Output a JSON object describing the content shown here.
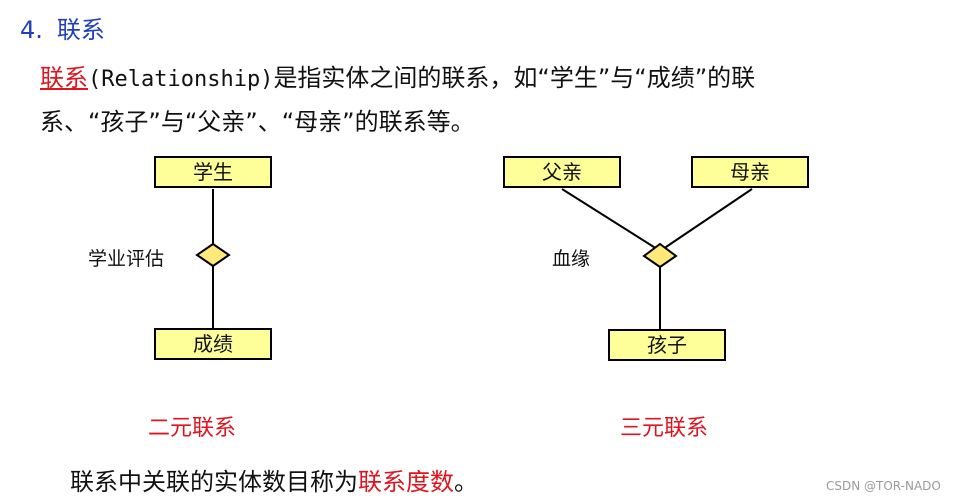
{
  "section": {
    "number": "4.",
    "title": "联系"
  },
  "intro": {
    "line1_term": "联系",
    "line1_term_en": "(Relationship)",
    "line1_rest": "是指实体之间的联系，如“学生”与“成绩”的联",
    "line2": "系、“孩子”与“父亲”、“母亲”的联系等。"
  },
  "binary": {
    "entity_top": "学生",
    "entity_bottom": "成绩",
    "relationship": "学业评估",
    "caption": "二元联系"
  },
  "ternary": {
    "entity_left": "父亲",
    "entity_right": "母亲",
    "entity_bottom": "孩子",
    "relationship": "血缘",
    "caption": "三元联系"
  },
  "footer": {
    "text": "联系中关联的实体数目称为",
    "emphasis": "联系度数",
    "end": "。"
  },
  "watermark": "CSDN @TOR-NADO",
  "colors": {
    "heading": "#1f3fbf",
    "accent_red": "#e0141e",
    "entity_fill": "#ffff99",
    "diamond_fill": "#ffe97a"
  }
}
